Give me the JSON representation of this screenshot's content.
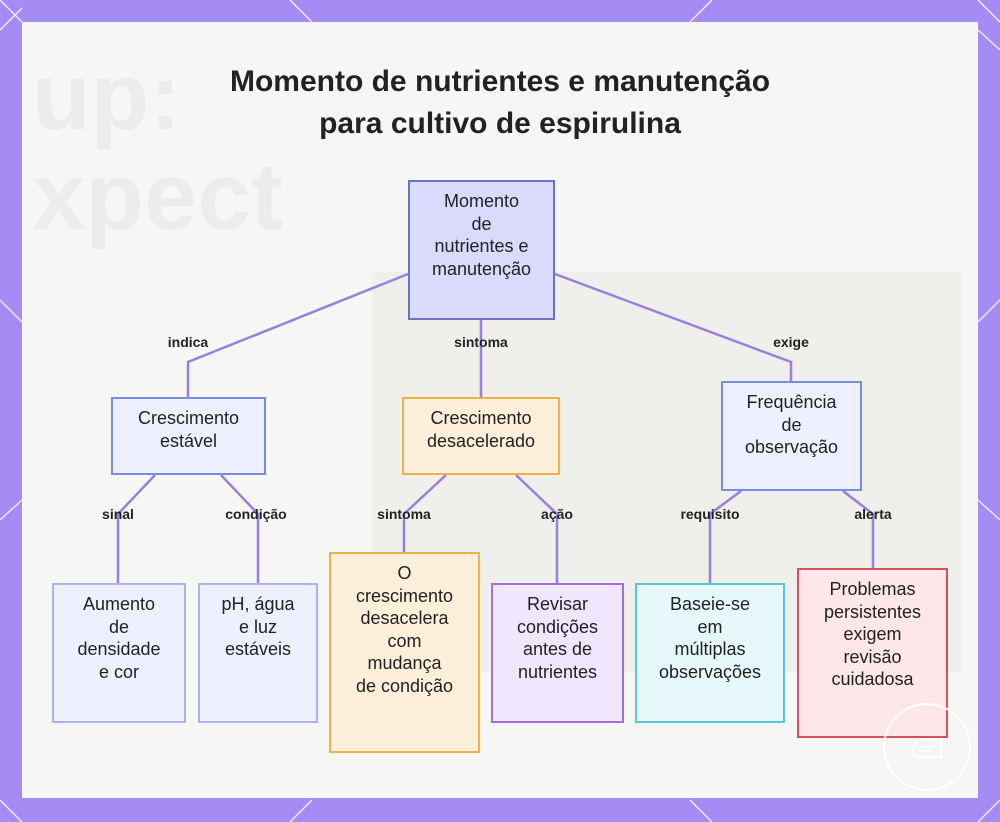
{
  "title": {
    "line1": "Momento de nutrientes e manutenção",
    "line2": "para cultivo de espirulina"
  },
  "nodes": {
    "root": [
      "Momento",
      "de",
      "nutrientes e",
      "manutenção"
    ],
    "stable": [
      "Crescimento",
      "estável"
    ],
    "slowed": [
      "Crescimento",
      "desacelerado"
    ],
    "frequency": [
      "Frequência",
      "de",
      "observação"
    ],
    "density": [
      "Aumento",
      "de",
      "densidade",
      "e cor"
    ],
    "ph": [
      "pH, água",
      "e luz",
      "estáveis"
    ],
    "slow_growth": [
      "O",
      "crescimento",
      "desacelera",
      "com",
      "mudança",
      "de condição"
    ],
    "review": [
      "Revisar",
      "condições",
      "antes de",
      "nutrientes"
    ],
    "multiple": [
      "Baseie-se",
      "em",
      "múltiplas",
      "observações"
    ],
    "problems": [
      "Problemas",
      "persistentes",
      "exigem",
      "revisão",
      "cuidadosa"
    ]
  },
  "edges": {
    "indica": "indica",
    "sintoma_root": "sintoma",
    "exige": "exige",
    "sinal": "sinal",
    "condicao": "condição",
    "sintoma_slowed": "sintoma",
    "acao": "ação",
    "requisito": "requisito",
    "alerta": "alerta"
  },
  "colors": {
    "frame": "#a48cf4",
    "edge": "#9b7fe0",
    "root_fill": "#d9dafc",
    "root_border": "#6b73c9",
    "blue_fill": "#eef0ff",
    "blue_border": "#7b8be0",
    "orange_fill": "#fdefd9",
    "orange_border": "#f0b04a",
    "purple_fill": "#f0e6fd",
    "purple_border": "#a070e0",
    "cyan_fill": "#e7f8fb",
    "cyan_border": "#56c8d8",
    "red_fill": "#fde7ea",
    "red_border": "#d9505f"
  },
  "icons": [
    "logo-icon"
  ]
}
